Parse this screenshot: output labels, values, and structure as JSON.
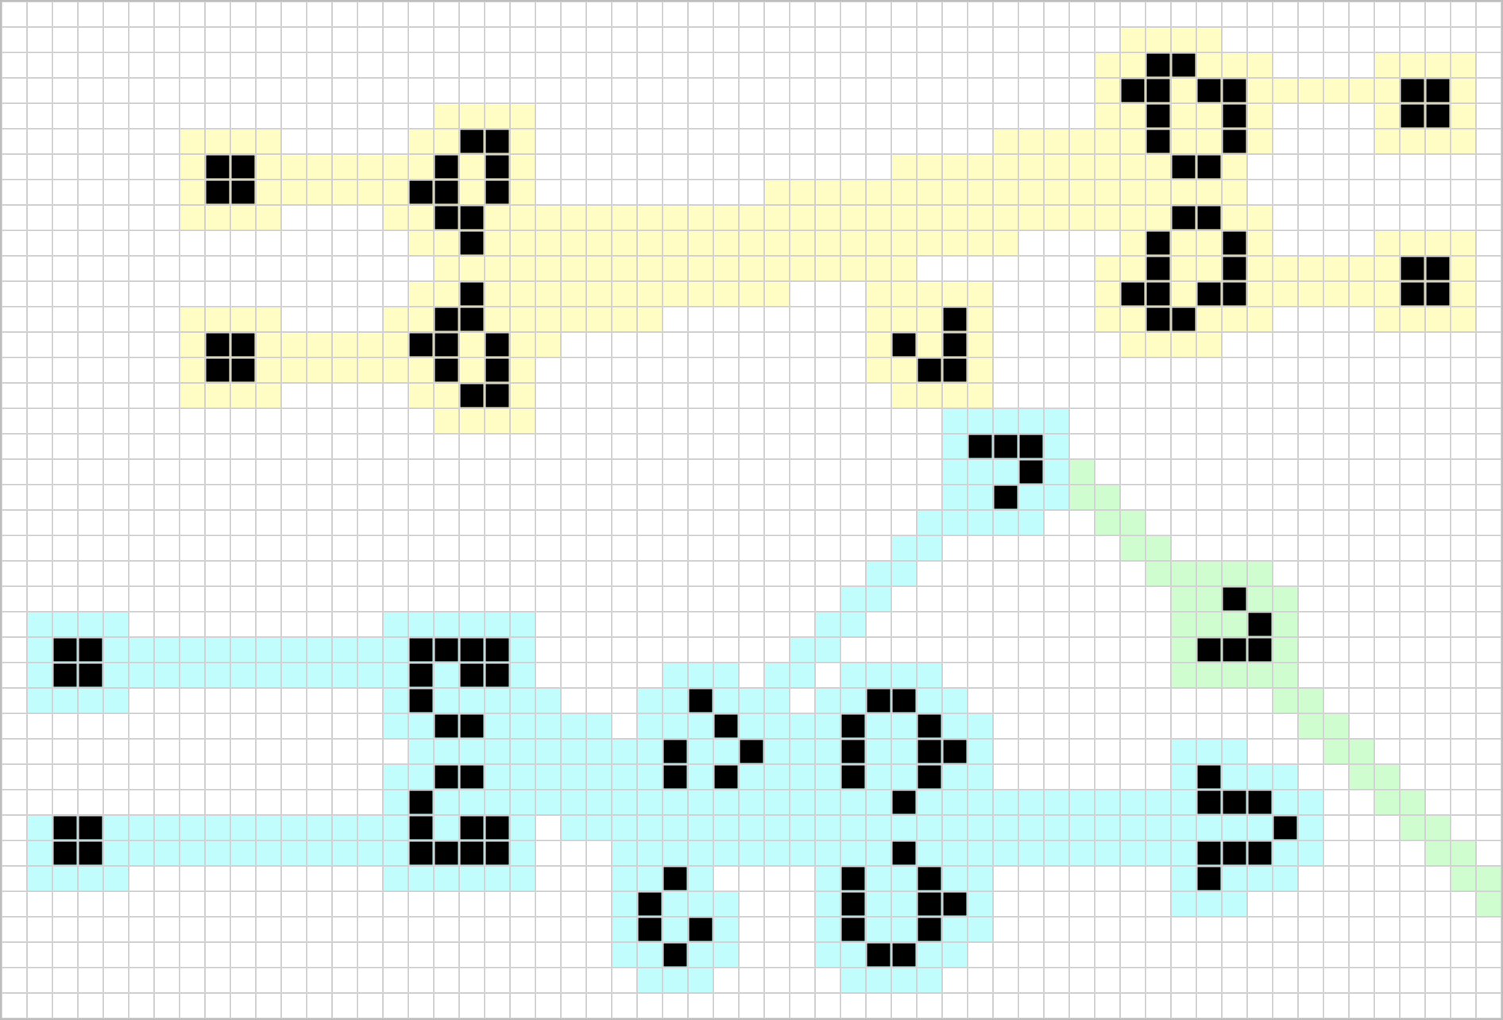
{
  "board": {
    "cols": 59,
    "rows": 40,
    "colors": {
      "background": "#ffffff",
      "grid": "#d3d3d3",
      "border": "#bdbdbd",
      "live": "#000000",
      "yellow": "#fffdc4",
      "cyan": "#c2fdfd",
      "green": "#d0fdd0"
    },
    "live_cells": [
      [
        45,
        2
      ],
      [
        46,
        2
      ],
      [
        44,
        3
      ],
      [
        45,
        3
      ],
      [
        47,
        3
      ],
      [
        48,
        3
      ],
      [
        55,
        3
      ],
      [
        56,
        3
      ],
      [
        45,
        4
      ],
      [
        48,
        4
      ],
      [
        55,
        4
      ],
      [
        56,
        4
      ],
      [
        18,
        5
      ],
      [
        19,
        5
      ],
      [
        45,
        5
      ],
      [
        48,
        5
      ],
      [
        8,
        6
      ],
      [
        9,
        6
      ],
      [
        17,
        6
      ],
      [
        19,
        6
      ],
      [
        46,
        6
      ],
      [
        47,
        6
      ],
      [
        8,
        7
      ],
      [
        9,
        7
      ],
      [
        16,
        7
      ],
      [
        17,
        7
      ],
      [
        19,
        7
      ],
      [
        17,
        8
      ],
      [
        18,
        8
      ],
      [
        46,
        8
      ],
      [
        47,
        8
      ],
      [
        18,
        9
      ],
      [
        45,
        9
      ],
      [
        48,
        9
      ],
      [
        45,
        10
      ],
      [
        48,
        10
      ],
      [
        55,
        10
      ],
      [
        56,
        10
      ],
      [
        18,
        11
      ],
      [
        44,
        11
      ],
      [
        45,
        11
      ],
      [
        47,
        11
      ],
      [
        48,
        11
      ],
      [
        55,
        11
      ],
      [
        56,
        11
      ],
      [
        17,
        12
      ],
      [
        18,
        12
      ],
      [
        37,
        12
      ],
      [
        45,
        12
      ],
      [
        46,
        12
      ],
      [
        8,
        13
      ],
      [
        9,
        13
      ],
      [
        16,
        13
      ],
      [
        17,
        13
      ],
      [
        19,
        13
      ],
      [
        35,
        13
      ],
      [
        37,
        13
      ],
      [
        8,
        14
      ],
      [
        9,
        14
      ],
      [
        17,
        14
      ],
      [
        19,
        14
      ],
      [
        36,
        14
      ],
      [
        37,
        14
      ],
      [
        18,
        15
      ],
      [
        19,
        15
      ],
      [
        38,
        17
      ],
      [
        39,
        17
      ],
      [
        40,
        17
      ],
      [
        40,
        18
      ],
      [
        39,
        19
      ],
      [
        48,
        23
      ],
      [
        49,
        24
      ],
      [
        2,
        25
      ],
      [
        3,
        25
      ],
      [
        16,
        25
      ],
      [
        17,
        25
      ],
      [
        18,
        25
      ],
      [
        19,
        25
      ],
      [
        47,
        25
      ],
      [
        48,
        25
      ],
      [
        49,
        25
      ],
      [
        2,
        26
      ],
      [
        3,
        26
      ],
      [
        16,
        26
      ],
      [
        18,
        26
      ],
      [
        19,
        26
      ],
      [
        16,
        27
      ],
      [
        27,
        27
      ],
      [
        34,
        27
      ],
      [
        35,
        27
      ],
      [
        17,
        28
      ],
      [
        18,
        28
      ],
      [
        28,
        28
      ],
      [
        33,
        28
      ],
      [
        36,
        28
      ],
      [
        26,
        29
      ],
      [
        29,
        29
      ],
      [
        33,
        29
      ],
      [
        36,
        29
      ],
      [
        37,
        29
      ],
      [
        17,
        30
      ],
      [
        18,
        30
      ],
      [
        26,
        30
      ],
      [
        28,
        30
      ],
      [
        33,
        30
      ],
      [
        36,
        30
      ],
      [
        47,
        30
      ],
      [
        16,
        31
      ],
      [
        35,
        31
      ],
      [
        47,
        31
      ],
      [
        48,
        31
      ],
      [
        49,
        31
      ],
      [
        2,
        32
      ],
      [
        3,
        32
      ],
      [
        16,
        32
      ],
      [
        18,
        32
      ],
      [
        19,
        32
      ],
      [
        50,
        32
      ],
      [
        2,
        33
      ],
      [
        3,
        33
      ],
      [
        16,
        33
      ],
      [
        17,
        33
      ],
      [
        18,
        33
      ],
      [
        19,
        33
      ],
      [
        35,
        33
      ],
      [
        47,
        33
      ],
      [
        48,
        33
      ],
      [
        49,
        33
      ],
      [
        26,
        34
      ],
      [
        33,
        34
      ],
      [
        36,
        34
      ],
      [
        47,
        34
      ],
      [
        25,
        35
      ],
      [
        33,
        35
      ],
      [
        36,
        35
      ],
      [
        37,
        35
      ],
      [
        25,
        36
      ],
      [
        27,
        36
      ],
      [
        33,
        36
      ],
      [
        36,
        36
      ],
      [
        26,
        37
      ],
      [
        34,
        37
      ],
      [
        35,
        37
      ]
    ],
    "yellow_rects": [
      [
        44,
        1,
        47,
        1
      ],
      [
        43,
        2,
        49,
        2
      ],
      [
        54,
        2,
        57,
        2
      ],
      [
        43,
        3,
        57,
        3
      ],
      [
        43,
        4,
        49,
        4
      ],
      [
        54,
        4,
        57,
        4
      ],
      [
        17,
        4,
        20,
        4
      ],
      [
        7,
        5,
        10,
        5
      ],
      [
        16,
        5,
        20,
        5
      ],
      [
        39,
        5,
        49,
        5
      ],
      [
        54,
        5,
        57,
        5
      ],
      [
        7,
        6,
        20,
        6
      ],
      [
        35,
        6,
        48,
        6
      ],
      [
        7,
        7,
        20,
        7
      ],
      [
        30,
        7,
        48,
        7
      ],
      [
        7,
        8,
        10,
        8
      ],
      [
        15,
        8,
        49,
        8
      ],
      [
        16,
        9,
        39,
        9
      ],
      [
        44,
        9,
        49,
        9
      ],
      [
        54,
        9,
        57,
        9
      ],
      [
        17,
        10,
        35,
        10
      ],
      [
        43,
        10,
        57,
        10
      ],
      [
        16,
        11,
        30,
        11
      ],
      [
        34,
        11,
        38,
        11
      ],
      [
        43,
        11,
        57,
        11
      ],
      [
        7,
        12,
        10,
        12
      ],
      [
        15,
        12,
        25,
        12
      ],
      [
        34,
        12,
        38,
        12
      ],
      [
        43,
        12,
        49,
        12
      ],
      [
        54,
        12,
        57,
        12
      ],
      [
        7,
        13,
        21,
        13
      ],
      [
        34,
        13,
        38,
        13
      ],
      [
        44,
        13,
        47,
        13
      ],
      [
        7,
        14,
        20,
        14
      ],
      [
        34,
        14,
        38,
        14
      ],
      [
        7,
        15,
        10,
        15
      ],
      [
        16,
        15,
        20,
        15
      ],
      [
        35,
        15,
        38,
        15
      ],
      [
        17,
        16,
        20,
        16
      ]
    ],
    "cyan_rects": [
      [
        37,
        16,
        41,
        16
      ],
      [
        37,
        17,
        41,
        17
      ],
      [
        37,
        18,
        41,
        18
      ],
      [
        37,
        19,
        41,
        19
      ],
      [
        36,
        20,
        40,
        20
      ],
      [
        35,
        21,
        36,
        21
      ],
      [
        34,
        22,
        35,
        22
      ],
      [
        33,
        23,
        34,
        23
      ],
      [
        1,
        24,
        4,
        24
      ],
      [
        15,
        24,
        20,
        24
      ],
      [
        32,
        24,
        33,
        24
      ],
      [
        1,
        25,
        20,
        25
      ],
      [
        31,
        25,
        32,
        25
      ],
      [
        1,
        26,
        20,
        26
      ],
      [
        26,
        26,
        28,
        26
      ],
      [
        30,
        26,
        31,
        26
      ],
      [
        33,
        26,
        36,
        26
      ],
      [
        1,
        27,
        4,
        27
      ],
      [
        15,
        27,
        21,
        27
      ],
      [
        25,
        27,
        30,
        27
      ],
      [
        32,
        27,
        37,
        27
      ],
      [
        15,
        28,
        23,
        28
      ],
      [
        25,
        28,
        38,
        28
      ],
      [
        16,
        29,
        38,
        29
      ],
      [
        46,
        29,
        48,
        29
      ],
      [
        15,
        30,
        38,
        30
      ],
      [
        46,
        30,
        50,
        30
      ],
      [
        15,
        31,
        51,
        31
      ],
      [
        1,
        32,
        20,
        32
      ],
      [
        22,
        32,
        51,
        32
      ],
      [
        1,
        33,
        20,
        33
      ],
      [
        24,
        33,
        51,
        33
      ],
      [
        1,
        34,
        4,
        34
      ],
      [
        15,
        34,
        20,
        34
      ],
      [
        24,
        34,
        27,
        34
      ],
      [
        32,
        34,
        38,
        34
      ],
      [
        46,
        34,
        50,
        34
      ],
      [
        24,
        35,
        28,
        35
      ],
      [
        32,
        35,
        38,
        35
      ],
      [
        46,
        35,
        48,
        35
      ],
      [
        24,
        36,
        28,
        36
      ],
      [
        32,
        36,
        38,
        36
      ],
      [
        24,
        37,
        28,
        37
      ],
      [
        32,
        37,
        37,
        37
      ],
      [
        25,
        38,
        27,
        38
      ],
      [
        33,
        38,
        36,
        38
      ]
    ],
    "green_rects": [
      [
        42,
        18,
        42,
        18
      ],
      [
        42,
        19,
        43,
        19
      ],
      [
        43,
        20,
        44,
        20
      ],
      [
        44,
        21,
        45,
        21
      ],
      [
        45,
        22,
        49,
        22
      ],
      [
        46,
        23,
        50,
        23
      ],
      [
        46,
        24,
        50,
        24
      ],
      [
        46,
        25,
        50,
        25
      ],
      [
        46,
        26,
        50,
        26
      ],
      [
        50,
        27,
        51,
        27
      ],
      [
        51,
        28,
        52,
        28
      ],
      [
        52,
        29,
        53,
        29
      ],
      [
        53,
        30,
        54,
        30
      ],
      [
        54,
        31,
        55,
        31
      ],
      [
        55,
        32,
        56,
        32
      ],
      [
        56,
        33,
        57,
        33
      ],
      [
        57,
        34,
        58,
        34
      ],
      [
        58,
        35,
        58,
        35
      ]
    ]
  }
}
